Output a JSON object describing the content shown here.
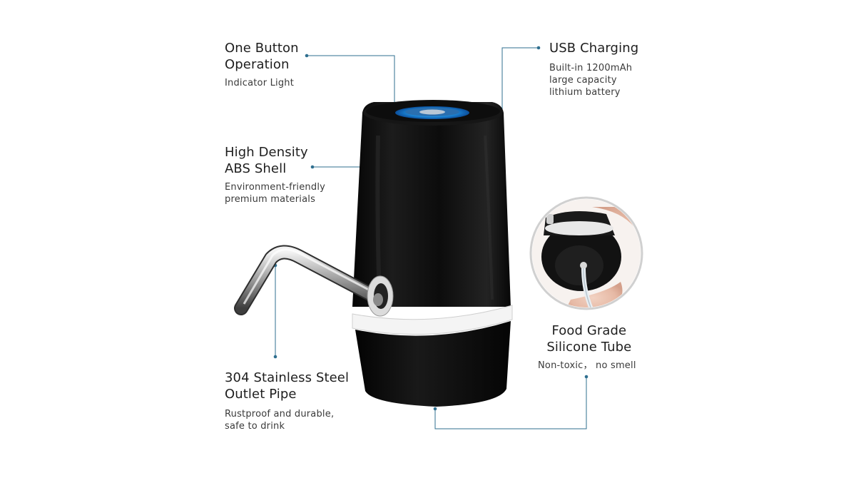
{
  "accent_color": "#2f6f8f",
  "callouts": {
    "button": {
      "title": "One Button\nOperation",
      "desc": "Indicator Light"
    },
    "usb": {
      "title": "USB Charging",
      "desc": "Built-in 1200mAh\nlarge capacity\nlithium battery"
    },
    "shell": {
      "title": "High Density\nABS Shell",
      "desc": "Environment-friendly\npremium materials"
    },
    "tube": {
      "title": "Food Grade\nSilicone Tube",
      "desc": "Non-toxic，  no smell"
    },
    "pipe": {
      "title": "304 Stainless Steel\nOutlet Pipe",
      "desc": "Rustproof and durable,\nsafe to drink"
    }
  }
}
